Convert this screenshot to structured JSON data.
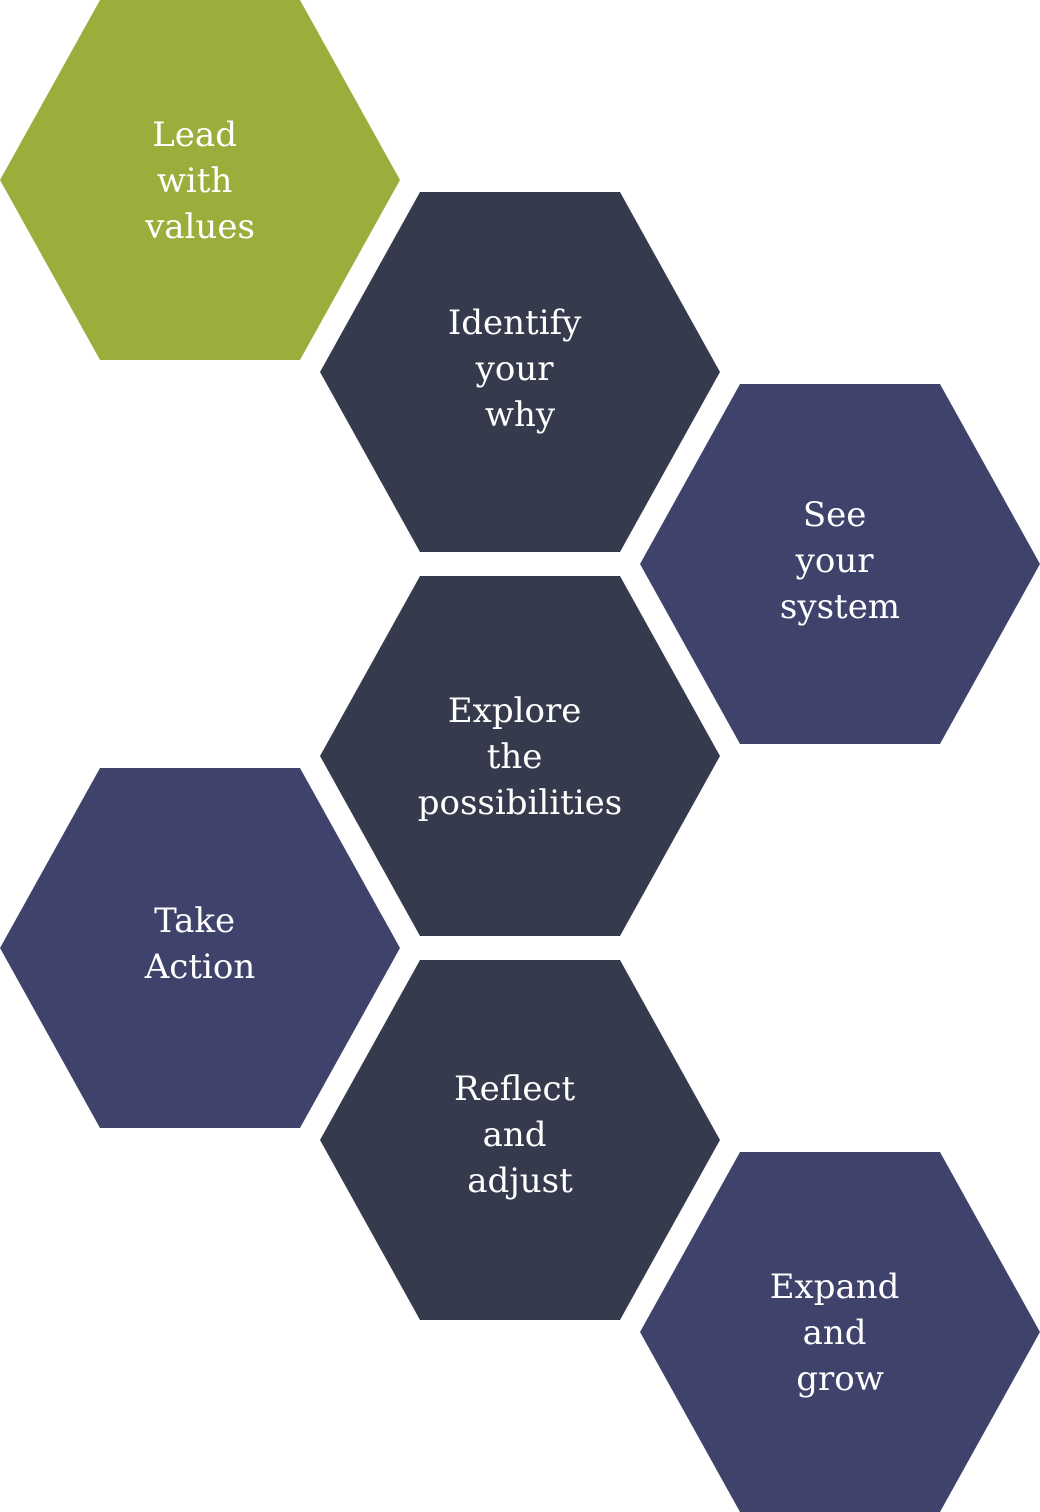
{
  "colors": {
    "accent_green": "#9BAE3C",
    "dark_slate": "#363A4D",
    "indigo": "#3F426B",
    "text": "#FFFFFF",
    "background": "#FFFFFF"
  },
  "hexagons": [
    {
      "id": "lead-with-values",
      "lines": [
        "Lead",
        "with",
        "values"
      ],
      "color": "accent_green"
    },
    {
      "id": "identify-your-why",
      "lines": [
        "Identify",
        "your",
        "why"
      ],
      "color": "dark_slate"
    },
    {
      "id": "see-your-system",
      "lines": [
        "See",
        "your",
        "system"
      ],
      "color": "indigo"
    },
    {
      "id": "explore-the-possibilities",
      "lines": [
        "Explore",
        "the",
        "possibilities"
      ],
      "color": "dark_slate"
    },
    {
      "id": "take-action",
      "lines": [
        "Take",
        "Action"
      ],
      "color": "indigo"
    },
    {
      "id": "reflect-and-adjust",
      "lines": [
        "Reflect",
        "and",
        "adjust"
      ],
      "color": "dark_slate"
    },
    {
      "id": "expand-and-grow",
      "lines": [
        "Expand",
        "and",
        "grow"
      ],
      "color": "indigo"
    }
  ]
}
